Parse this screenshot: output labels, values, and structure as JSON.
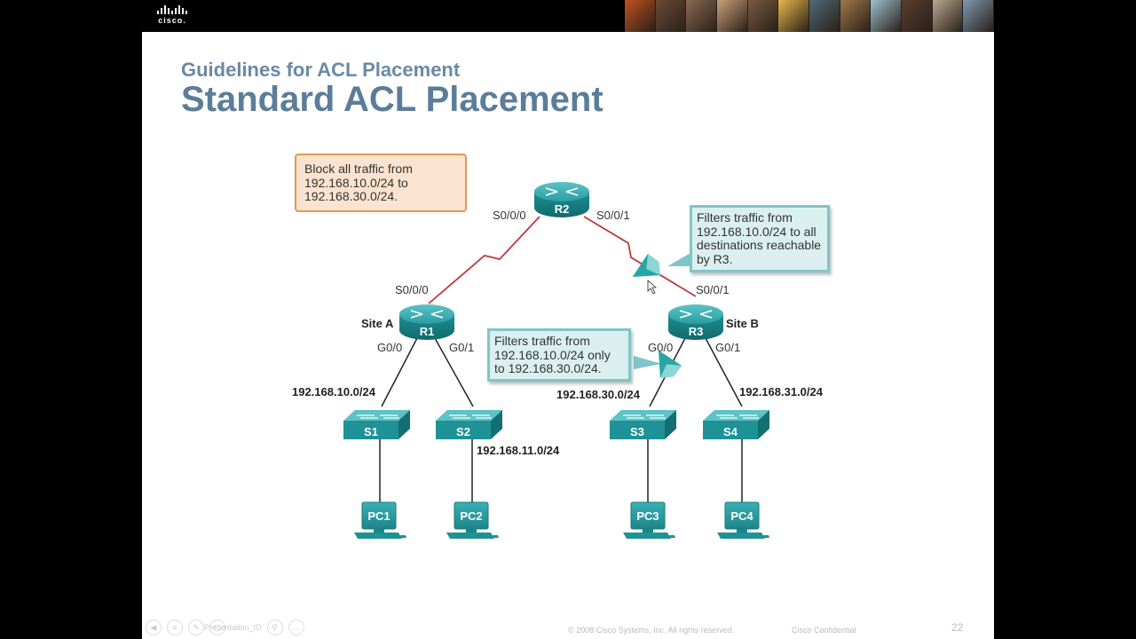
{
  "header": {
    "logo_text": "cisco.",
    "photo_colors": [
      "#c0521f",
      "#6b4a3a",
      "#8a6a52",
      "#c9a07a",
      "#7a5a42",
      "#e8b64a",
      "#4e6a7a",
      "#a0784a",
      "#9cc0d0",
      "#5a3e2e",
      "#b8a890",
      "#7e9ab0"
    ]
  },
  "slide": {
    "subtitle": "Guidelines for ACL Placement",
    "title": "Standard ACL Placement"
  },
  "diagram": {
    "routers": [
      {
        "name": "R2"
      },
      {
        "name": "R1",
        "site": "Site A"
      },
      {
        "name": "R3",
        "site": "Site B"
      }
    ],
    "switches": [
      "S1",
      "S2",
      "S3",
      "S4"
    ],
    "pcs": [
      "PC1",
      "PC2",
      "PC3",
      "PC4"
    ],
    "interfaces": {
      "r2_left": "S0/0/0",
      "r2_right": "S0/0/1",
      "r1_serial": "S0/0/0",
      "r3_serial": "S0/0/1",
      "r1_g00": "G0/0",
      "r1_g01": "G0/1",
      "r3_g00": "G0/0",
      "r3_g01": "G0/1"
    },
    "networks": {
      "s1": "192.168.10.0/24",
      "s2": "192.168.11.0/24",
      "s3": "192.168.30.0/24",
      "s4": "192.168.31.0/24"
    },
    "notes": {
      "block": "Block all traffic from 192.168.10.0/24 to 192.168.30.0/24.",
      "r3_filter": "Filters traffic from 192.168.10.0/24 to all destinations reachable by R3.",
      "r1_filter": "Filters traffic from 192.168.10.0/24 only to 192.168.30.0/24."
    },
    "colors": {
      "serial_link": "#c0393b",
      "device_teal": "#1e8f93",
      "filter_teal": "#2aa5a5"
    }
  },
  "footer": {
    "player_label": "Presentation_ID",
    "copyright": "© 2008 Cisco Systems, Inc. All rights reserved.",
    "confidential": "Cisco Confidential",
    "page": "22"
  }
}
